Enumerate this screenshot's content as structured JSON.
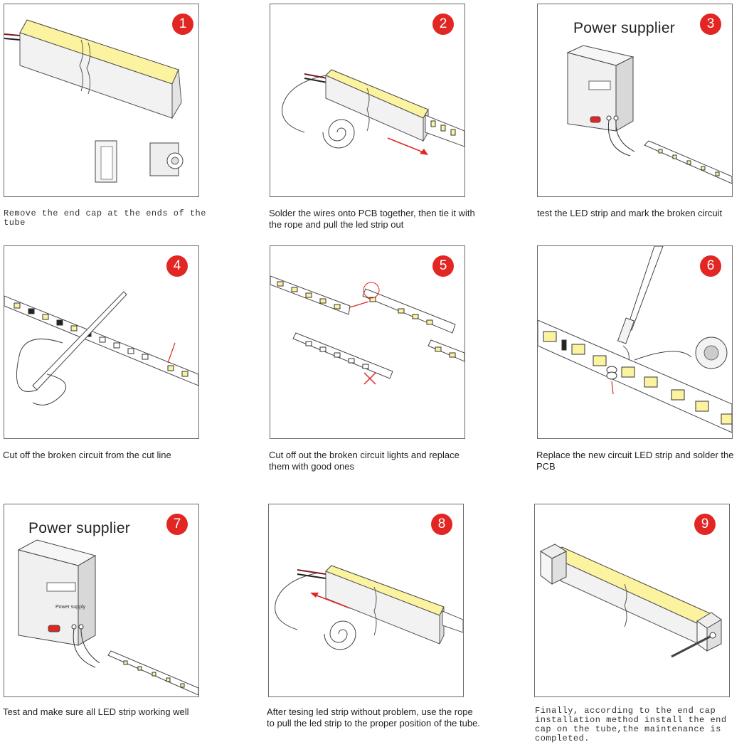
{
  "steps": [
    {
      "number": "1",
      "caption": "Remove the end cap at the ends of the tube"
    },
    {
      "number": "2",
      "caption": "Solder the wires onto PCB together, then tie it with the rope and pull the led strip out"
    },
    {
      "number": "3",
      "caption": "test the LED strip and mark the broken circuit",
      "title": "Power supplier"
    },
    {
      "number": "4",
      "caption": "Cut off the broken circuit from the cut line"
    },
    {
      "number": "5",
      "caption": "Cut off out the broken circuit lights and replace them with good ones"
    },
    {
      "number": "6",
      "caption": "Replace the new circuit LED strip and solder the PCB"
    },
    {
      "number": "7",
      "caption": "Test and make sure all LED strip working well",
      "title": "Power supplier",
      "device_label": "Power supply"
    },
    {
      "number": "8",
      "caption": "After tesing led strip without problem, use the rope to pull the led strip to the proper position of the tube."
    },
    {
      "number": "9",
      "caption": "Finally, according to the end cap installation method install the end cap on the tube,the maintenance is completed."
    }
  ],
  "colors": {
    "badge": "#e12623",
    "led_yellow": "#fbf3a0",
    "arrow_red": "#e12623",
    "outline": "#555555"
  }
}
